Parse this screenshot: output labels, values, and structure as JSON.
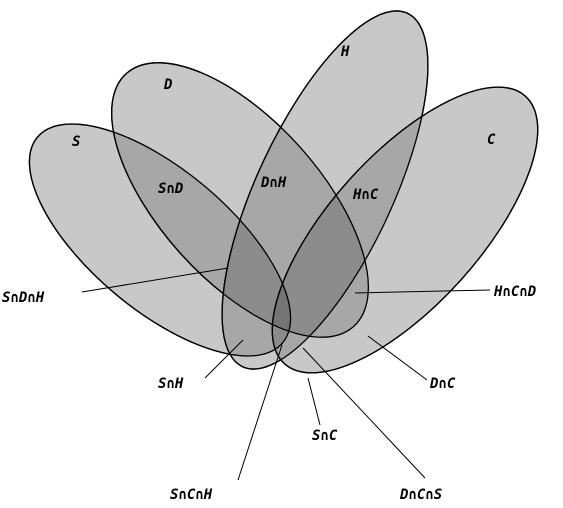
{
  "colors": {
    "background": "#ffffff",
    "set_fill": "#efefef",
    "overlap_shade": "#000000",
    "outline": "#000000"
  },
  "sets": {
    "s": "S",
    "d": "D",
    "h": "H",
    "c": "C"
  },
  "regions": {
    "s_d": "S∩D",
    "d_h": "D∩H",
    "h_c": "H∩C",
    "s_d_h": "S∩D∩H",
    "h_c_d": "H∩C∩D",
    "s_h": "S∩H",
    "d_c": "D∩C",
    "s_c": "S∩C",
    "s_c_h": "S∩C∩H",
    "d_c_s": "D∩C∩S"
  }
}
